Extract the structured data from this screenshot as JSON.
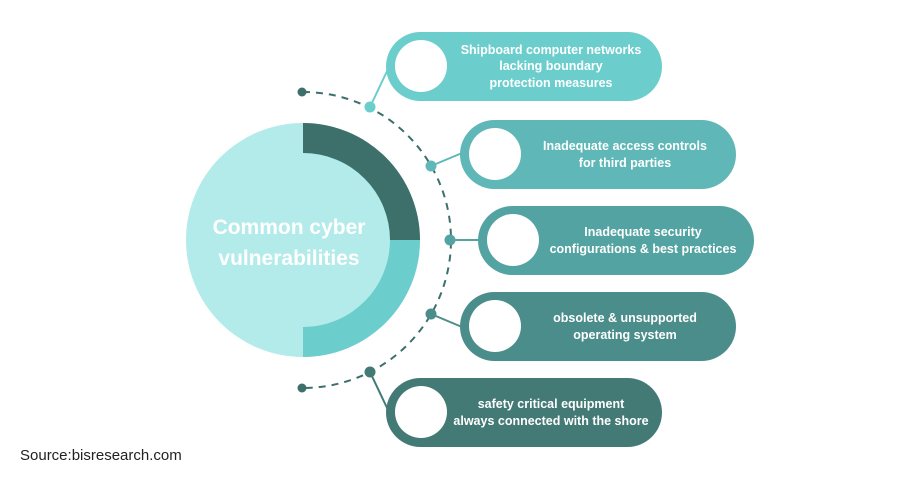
{
  "center": {
    "title_line1": "Common cyber",
    "title_line2": "vulnerabilities"
  },
  "items": [
    {
      "label": "Shipboard computer networks\nlacking boundary\nprotection measures",
      "color": "#6ccdcd"
    },
    {
      "label": "Inadequate access controls\nfor third parties",
      "color": "#5fb8b7"
    },
    {
      "label": "Inadequate security\nconfigurations & best practices",
      "color": "#52a3a1"
    },
    {
      "label": "obsolete & unsupported\noperating system",
      "color": "#4b8d8a"
    },
    {
      "label": "safety critical equipment\nalways connected with the shore",
      "color": "#437a76"
    }
  ],
  "source": "Source:bisresearch.com",
  "colors": {
    "circle_fill": "#b3ebeb",
    "arc_dark": "#3d6f6b",
    "arc_light": "#6ccdcd",
    "dashed_line": "#3d6f6b"
  }
}
